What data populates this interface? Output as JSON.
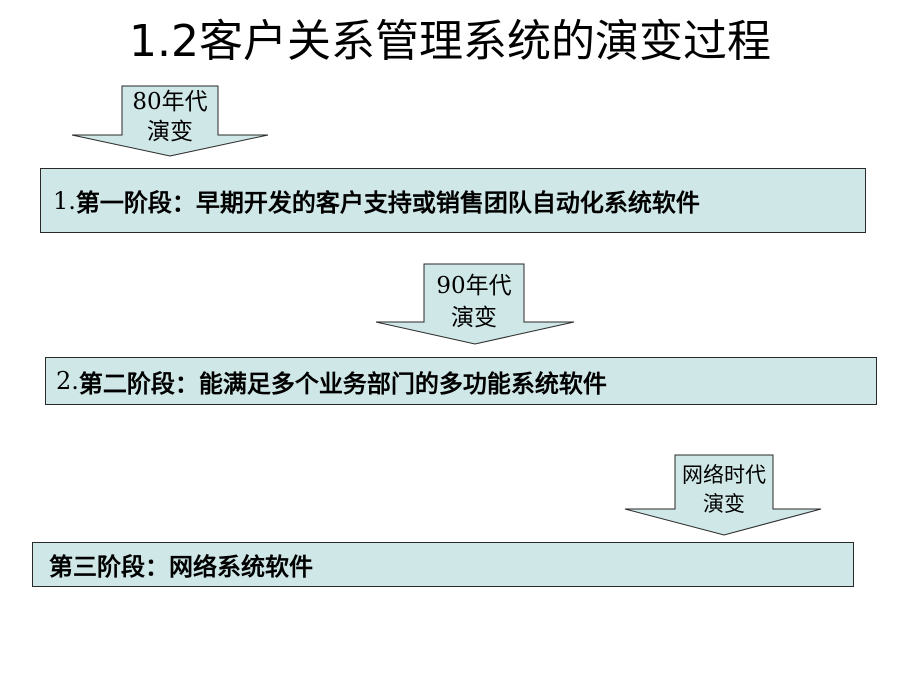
{
  "title": "1.2客户关系管理系统的演变过程",
  "colors": {
    "arrow_fill": "#cfe7e7",
    "box_fill": "#cfe7e7",
    "outline": "#2a2a2a"
  },
  "arrows": [
    {
      "line1": "80年代",
      "line2": "演变"
    },
    {
      "line1": "90年代",
      "line2": "演变"
    },
    {
      "line1": "网络时代",
      "line2": "演变"
    }
  ],
  "stages": [
    {
      "number": "1.",
      "text": "第一阶段：早期开发的客户支持或销售团队自动化系统软件"
    },
    {
      "number": "2. ",
      "text": "第二阶段：能满足多个业务部门的多功能系统软件"
    },
    {
      "number": "",
      "text": "第三阶段：网络系统软件"
    }
  ]
}
